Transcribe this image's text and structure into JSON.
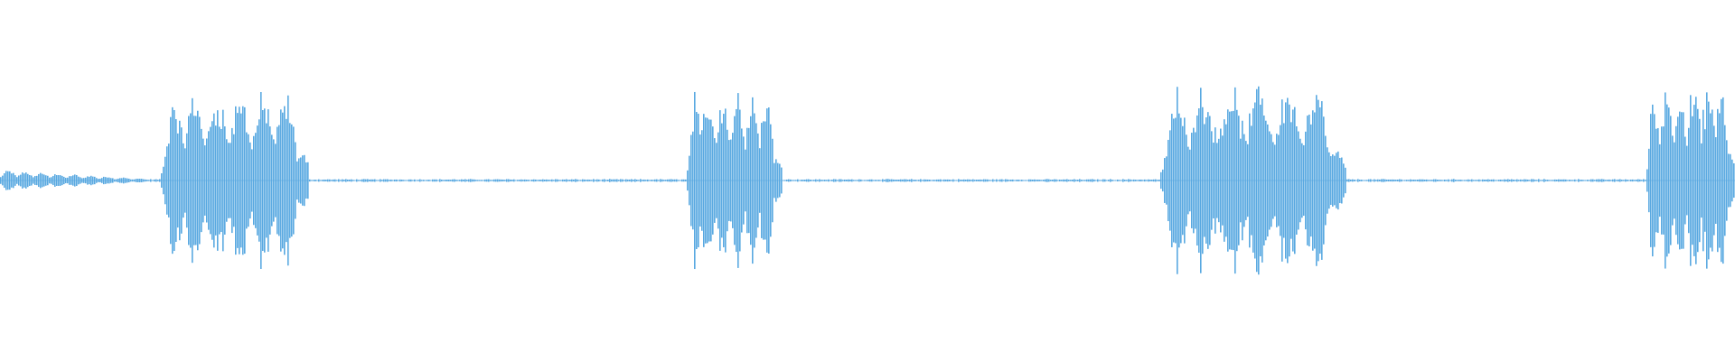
{
  "waveform": {
    "color": "#5aa9e1",
    "background": "#ffffff",
    "bursts": [
      {
        "start_fraction": 0.0,
        "end_fraction": 0.085,
        "level": 0.1,
        "style": "quiet-pulses"
      },
      {
        "start_fraction": 0.092,
        "end_fraction": 0.178,
        "level": 0.88,
        "style": "loud-pulses"
      },
      {
        "start_fraction": 0.395,
        "end_fraction": 0.45,
        "level": 0.92,
        "style": "loud-pulses"
      },
      {
        "start_fraction": 0.668,
        "end_fraction": 0.775,
        "level": 0.95,
        "style": "loud-pulses"
      },
      {
        "start_fraction": 0.948,
        "end_fraction": 1.0,
        "level": 0.98,
        "style": "loud-pulses"
      }
    ],
    "silence_level": 0.01
  }
}
